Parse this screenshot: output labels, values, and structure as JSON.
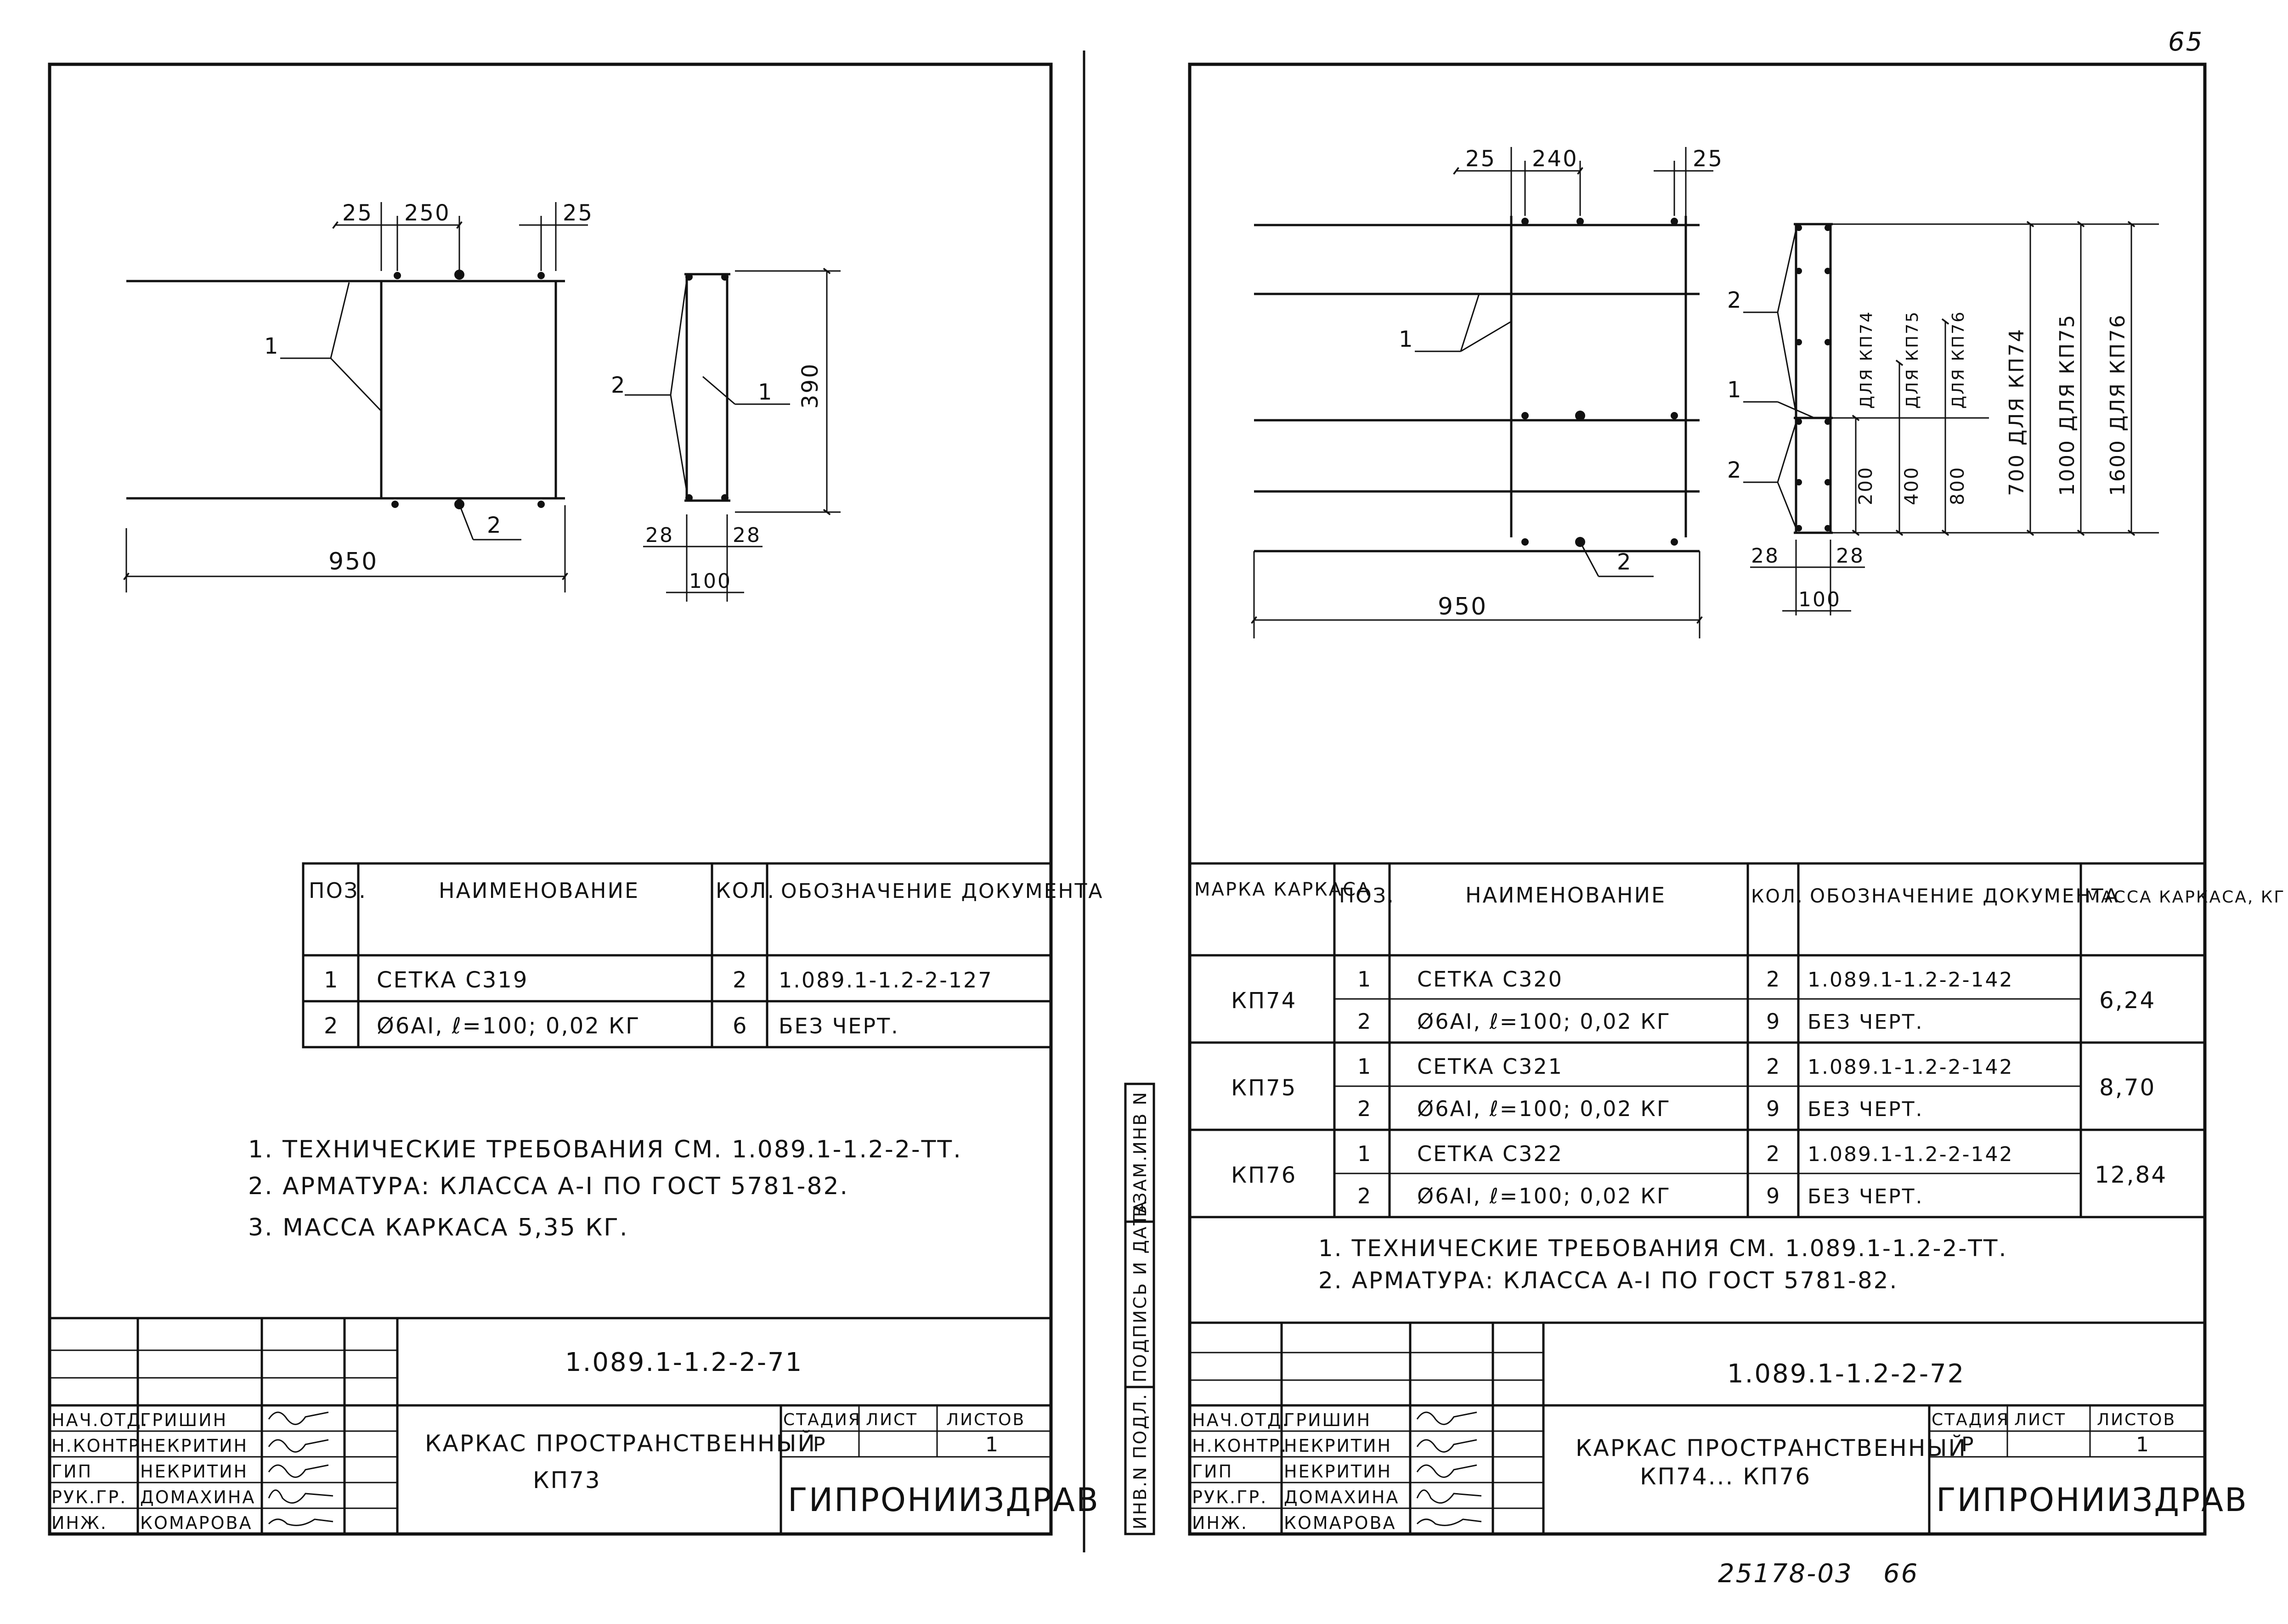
{
  "page_number": "65",
  "footer": {
    "inventory_number": "25178-03",
    "page_copy": "66"
  },
  "side_stamp": {
    "inv_podl": "ИНВ.N ПОДЛ.",
    "podpis_data": "ПОДПИСЬ И ДАТА",
    "vzam_inv": "ВЗАМ.ИНВ N"
  },
  "sheet1": {
    "drawing": {
      "dim_top_left": "25",
      "dim_top_mid": "250",
      "dim_top_right": "25",
      "dim_length": "950",
      "dim_height": "390",
      "dim_left_cover": "28",
      "dim_right_cover": "28",
      "dim_width": "100",
      "callout_1a": "1",
      "callout_2a": "2",
      "callout_1b": "1",
      "callout_2b": "2"
    },
    "spec": {
      "headers": {
        "pos": "ПОЗ.",
        "name": "НАИМЕНОВАНИЕ",
        "qty": "КОЛ.",
        "doc": "ОБОЗНАЧЕНИЕ ДОКУМЕНТА"
      },
      "rows": [
        {
          "pos": "1",
          "name": "СЕТКА С319",
          "qty": "2",
          "doc": "1.089.1-1.2-2-127"
        },
        {
          "pos": "2",
          "name": "Ø6AI, ℓ=100; 0,02 КГ",
          "qty": "6",
          "doc": "БЕЗ ЧЕРТ."
        }
      ]
    },
    "notes": [
      "1. ТЕХНИЧЕСКИЕ ТРЕБОВАНИЯ СМ. 1.089.1-1.2-2-ТТ.",
      "2. АРМАТУРА: КЛАССА А-I ПО ГОСТ 5781-82.",
      "3. МАССА КАРКАСА 5,35 КГ."
    ],
    "title_block": {
      "code": "1.089.1-1.2-2-71",
      "title_line1": "КАРКАС ПРОСТРАНСТВЕННЫЙ",
      "title_line2": "КП73",
      "stage_label": "СТАДИЯ",
      "sheet_label": "ЛИСТ",
      "sheets_label": "ЛИСТОВ",
      "stage": "Р",
      "sheet": "",
      "sheets": "1",
      "org": "ГИПРОНИИЗДРАВ",
      "signers": [
        {
          "role": "НАЧ.ОТД.",
          "name": "ГРИШИН"
        },
        {
          "role": "Н.КОНТР.",
          "name": "НЕКРИТИН"
        },
        {
          "role": "ГИП",
          "name": "НЕКРИТИН"
        },
        {
          "role": "РУК.ГР.",
          "name": "ДОМАХИНА"
        },
        {
          "role": "ИНЖ.",
          "name": "КОМАРОВА"
        }
      ]
    }
  },
  "sheet2": {
    "drawing": {
      "dim_top_left": "25",
      "dim_top_mid": "240",
      "dim_top_right": "25",
      "dim_length": "950",
      "dim_left_cover": "28",
      "dim_right_cover": "28",
      "dim_width": "100",
      "small_dims": [
        {
          "value": "200",
          "label": "ДЛЯ КП74"
        },
        {
          "value": "400",
          "label": "ДЛЯ КП75"
        },
        {
          "value": "800",
          "label": "ДЛЯ КП76"
        }
      ],
      "big_dims": [
        "700 ДЛЯ КП74",
        "1000 ДЛЯ КП75",
        "1600 ДЛЯ КП76"
      ],
      "callout_1a": "1",
      "callout_2a": "2",
      "callout_1b": "1",
      "callout_2b": "2",
      "callout_2c": "2"
    },
    "spec": {
      "headers": {
        "mark": "МАРКА КАРКАСА",
        "pos": "ПОЗ.",
        "name": "НАИМЕНОВАНИЕ",
        "qty": "КОЛ.",
        "doc": "ОБОЗНАЧЕНИЕ ДОКУМЕНТА",
        "mass": "МАССА КАРКАСА, КГ"
      },
      "groups": [
        {
          "mark": "КП74",
          "mass": "6,24",
          "rows": [
            {
              "pos": "1",
              "name": "СЕТКА С320",
              "qty": "2",
              "doc": "1.089.1-1.2-2-142"
            },
            {
              "pos": "2",
              "name": "Ø6AI, ℓ=100; 0,02 КГ",
              "qty": "9",
              "doc": "БЕЗ ЧЕРТ."
            }
          ]
        },
        {
          "mark": "КП75",
          "mass": "8,70",
          "rows": [
            {
              "pos": "1",
              "name": "СЕТКА С321",
              "qty": "2",
              "doc": "1.089.1-1.2-2-142"
            },
            {
              "pos": "2",
              "name": "Ø6AI, ℓ=100; 0,02 КГ",
              "qty": "9",
              "doc": "БЕЗ ЧЕРТ."
            }
          ]
        },
        {
          "mark": "КП76",
          "mass": "12,84",
          "rows": [
            {
              "pos": "1",
              "name": "СЕТКА С322",
              "qty": "2",
              "doc": "1.089.1-1.2-2-142"
            },
            {
              "pos": "2",
              "name": "Ø6AI, ℓ=100; 0,02 КГ",
              "qty": "9",
              "doc": "БЕЗ ЧЕРТ."
            }
          ]
        }
      ]
    },
    "notes": [
      "1. ТЕХНИЧЕСКИЕ ТРЕБОВАНИЯ СМ. 1.089.1-1.2-2-ТТ.",
      "2. АРМАТУРА: КЛАССА А-I ПО ГОСТ 5781-82."
    ],
    "title_block": {
      "code": "1.089.1-1.2-2-72",
      "title_line1": "КАРКАС ПРОСТРАНСТВЕННЫЙ",
      "title_line2": "КП74... КП76",
      "stage_label": "СТАДИЯ",
      "sheet_label": "ЛИСТ",
      "sheets_label": "ЛИСТОВ",
      "stage": "Р",
      "sheet": "",
      "sheets": "1",
      "org": "ГИПРОНИИЗДРАВ",
      "signers": [
        {
          "role": "НАЧ.ОТД.",
          "name": "ГРИШИН"
        },
        {
          "role": "Н.КОНТР.",
          "name": "НЕКРИТИН"
        },
        {
          "role": "ГИП",
          "name": "НЕКРИТИН"
        },
        {
          "role": "РУК.ГР.",
          "name": "ДОМАХИНА"
        },
        {
          "role": "ИНЖ.",
          "name": "КОМАРОВА"
        }
      ]
    }
  }
}
